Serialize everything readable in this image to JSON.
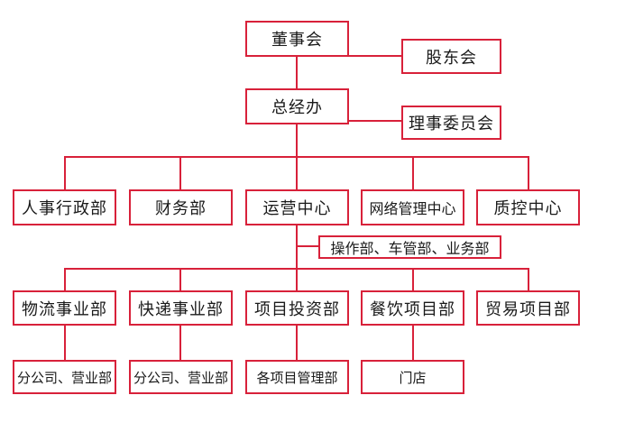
{
  "colors": {
    "accent": "#d8213a",
    "text": "#1a1a1a",
    "background": "#ffffff"
  },
  "org": {
    "board": "董事会",
    "shareholders": "股东会",
    "gm_office": "总经办",
    "council": "理事委员会",
    "centers": {
      "hr_admin": "人事行政部",
      "finance": "财务部",
      "operations": "运营中心",
      "network_mgmt": "网络管理中心",
      "quality_control": "质控中心"
    },
    "ops_departments": "操作部、车管部、业务部",
    "business_units": {
      "logistics": "物流事业部",
      "express": "快递事业部",
      "project_investment": "项目投资部",
      "catering": "餐饮项目部",
      "trade": "贸易项目部"
    },
    "sub_units": {
      "logistics_branches": "分公司、营业部",
      "express_branches": "分公司、营业部",
      "project_mgmt": "各项目管理部",
      "stores": "门店"
    }
  }
}
